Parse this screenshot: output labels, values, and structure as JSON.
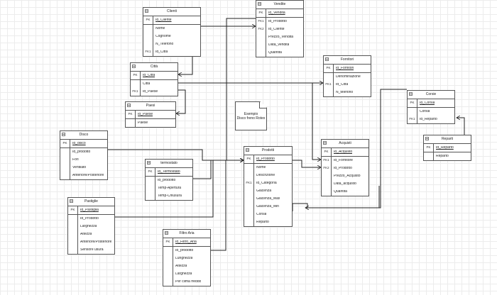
{
  "tables": [
    {
      "id": "clienti",
      "title": "Clienti",
      "rows": [
        {
          "key": "PK",
          "field": "Id_Cliente",
          "pk": true
        },
        {
          "key": "",
          "field": "Nome"
        },
        {
          "key": "",
          "field": "Cognome"
        },
        {
          "key": "",
          "field": "N_Telefono"
        },
        {
          "key": "FK1",
          "field": "Id_Città"
        }
      ]
    },
    {
      "id": "vendite",
      "title": "Vendite",
      "rows": [
        {
          "key": "PK",
          "field": "Id_Vendita",
          "pk": true
        },
        {
          "key": "FK1",
          "field": "Id_Prodotto"
        },
        {
          "key": "FK2",
          "field": "Id_Cliente"
        },
        {
          "key": "",
          "field": "Prezzo_Vendita"
        },
        {
          "key": "",
          "field": "Data_vendita"
        },
        {
          "key": "",
          "field": "Quantità"
        }
      ]
    },
    {
      "id": "citta",
      "title": "Città",
      "rows": [
        {
          "key": "PK",
          "field": "Id_Città",
          "pk": true
        },
        {
          "key": "",
          "field": "Città"
        },
        {
          "key": "FK1",
          "field": "Id_Paese"
        }
      ]
    },
    {
      "id": "fornitori",
      "title": "Fornitori",
      "rows": [
        {
          "key": "PK",
          "field": "Id_Fornitori",
          "pk": true
        },
        {
          "key": "",
          "field": "Denominazione"
        },
        {
          "key": "FK1",
          "field": "Id_Città"
        },
        {
          "key": "",
          "field": "N_telefono"
        }
      ]
    },
    {
      "id": "paesi",
      "title": "Paesi",
      "rows": [
        {
          "key": "PK",
          "field": "Id_Paese",
          "pk": true
        },
        {
          "key": "",
          "field": "Paese"
        }
      ]
    },
    {
      "id": "corsie",
      "title": "Corsie",
      "rows": [
        {
          "key": "PK",
          "field": "Id_Corsia",
          "pk": true
        },
        {
          "key": "",
          "field": "Corsia"
        },
        {
          "key": "FK1",
          "field": "Id_Reparto"
        }
      ]
    },
    {
      "id": "disco",
      "title": "Disco",
      "rows": [
        {
          "key": "PK",
          "field": "Id_disco",
          "pk": true
        },
        {
          "key": "",
          "field": "Id_prodotto"
        },
        {
          "key": "",
          "field": "Fori"
        },
        {
          "key": "",
          "field": "Ventilato"
        },
        {
          "key": "",
          "field": "Anteriore/Posteriore"
        }
      ]
    },
    {
      "id": "reparti",
      "title": "Reparti",
      "rows": [
        {
          "key": "PK",
          "field": "Id_Reparto",
          "pk": true
        },
        {
          "key": "",
          "field": "Reparto"
        }
      ]
    },
    {
      "id": "acquisti",
      "title": "Acquisti",
      "rows": [
        {
          "key": "PK",
          "field": "Id_Acquisto",
          "pk": true
        },
        {
          "key": "FK1",
          "field": "Id_Fornitore"
        },
        {
          "key": "FK2",
          "field": "Id_Prodotto"
        },
        {
          "key": "",
          "field": "Prezzo_Acquisto"
        },
        {
          "key": "",
          "field": "Data_acquisto"
        },
        {
          "key": "",
          "field": "Quantità"
        }
      ]
    },
    {
      "id": "prodotti",
      "title": "Prodotti",
      "rows": [
        {
          "key": "PK",
          "field": "Id_Prodotto",
          "pk": true
        },
        {
          "key": "",
          "field": "Nome"
        },
        {
          "key": "",
          "field": "Descrizione"
        },
        {
          "key": "FK1",
          "field": "Id_Categoria"
        },
        {
          "key": "",
          "field": "Giacenza"
        },
        {
          "key": "",
          "field": "Giacenza_Max"
        },
        {
          "key": "",
          "field": "Giacenza_Min"
        },
        {
          "key": "",
          "field": "Corsia"
        },
        {
          "key": "",
          "field": "Reparto"
        }
      ]
    },
    {
      "id": "termostato",
      "title": "termostato",
      "rows": [
        {
          "key": "PK",
          "field": "Id_Termostato",
          "pk": true
        },
        {
          "key": "",
          "field": "Id_prodotto"
        },
        {
          "key": "",
          "field": "Temp-Apertura"
        },
        {
          "key": "",
          "field": "Temp-Chiusura"
        }
      ]
    },
    {
      "id": "pastiglie",
      "title": "Pastiglie",
      "rows": [
        {
          "key": "PK",
          "field": "Id_Pastiglia",
          "pk": true
        },
        {
          "key": "",
          "field": "Id_Prodotto"
        },
        {
          "key": "",
          "field": "Larghezza"
        },
        {
          "key": "",
          "field": "Altezza"
        },
        {
          "key": "",
          "field": "Anteriore/Posteriore"
        },
        {
          "key": "",
          "field": "Sensore usura"
        }
      ]
    },
    {
      "id": "filtro_aria",
      "title": "Filtro Aria",
      "rows": [
        {
          "key": "PK",
          "field": "Id_Filtro_Aria",
          "pk": true
        },
        {
          "key": "",
          "field": "Id_prodotto"
        },
        {
          "key": "",
          "field": "Lunghezza"
        },
        {
          "key": "",
          "field": "Altezza"
        },
        {
          "key": "",
          "field": "Larghezza"
        },
        {
          "key": "",
          "field": "Per clima freddo"
        }
      ]
    }
  ],
  "note": {
    "line1": "Esempio",
    "line2": "Disco freno Rotex"
  }
}
